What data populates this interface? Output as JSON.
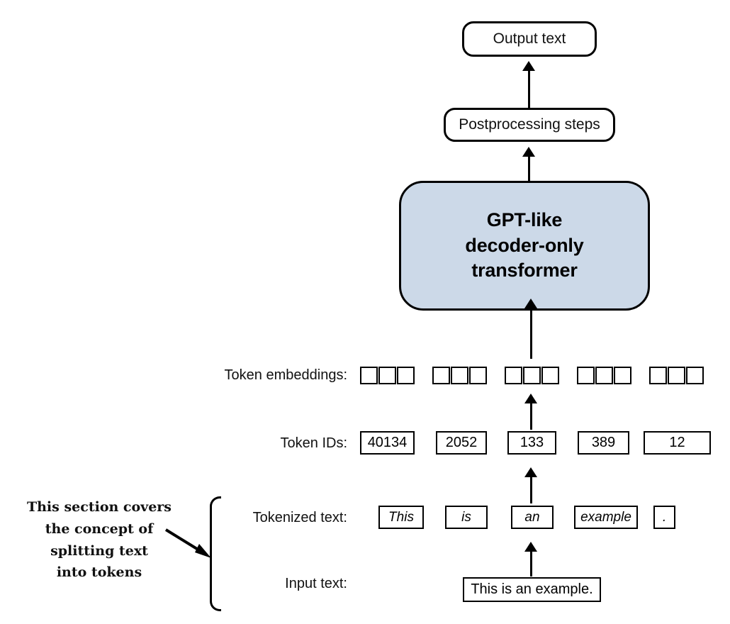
{
  "diagram": {
    "title_nodes": {
      "output_text": "Output text",
      "postprocessing": "Postprocessing steps",
      "transformer_line1": "GPT-like",
      "transformer_line2": "decoder-only",
      "transformer_line3": "transformer"
    },
    "row_labels": {
      "token_embeddings": "Token embeddings:",
      "token_ids": "Token IDs:",
      "tokenized_text": "Tokenized text:",
      "input_text": "Input text:"
    },
    "token_embeddings": {
      "groups": 5,
      "cells_per_group": 3
    },
    "token_ids": [
      "40134",
      "2052",
      "133",
      "389",
      "12"
    ],
    "tokenized_text": [
      "This",
      "is",
      "an",
      "example",
      "."
    ],
    "input_text": "This is an example.",
    "annotation": {
      "line1": "This section covers",
      "line2": "the concept of",
      "line3": "splitting text",
      "line4": "into tokens"
    },
    "colors": {
      "transformer_fill": "#ccd9e8",
      "stroke": "#000000",
      "background": "#ffffff"
    }
  }
}
